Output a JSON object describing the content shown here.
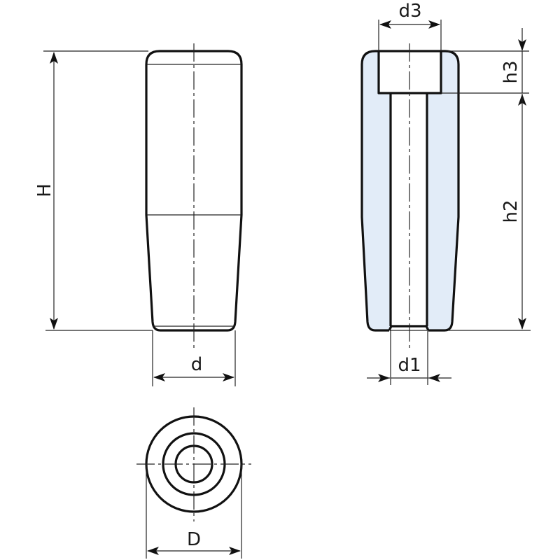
{
  "drawing": {
    "title": "Tapered cylindrical knob - technical drawing",
    "colors": {
      "line": "#111111",
      "section_fill": "#e2ecf8",
      "background": "#ffffff"
    },
    "views": [
      {
        "name": "side-view",
        "description": "Exterior side elevation"
      },
      {
        "name": "section-view",
        "description": "Longitudinal section with counterbore and through bore"
      },
      {
        "name": "end-view",
        "description": "Bottom end view with concentric circles"
      }
    ],
    "dimensions": {
      "H": {
        "label": "H",
        "meaning": "Overall height"
      },
      "d": {
        "label": "d",
        "meaning": "Bottom diameter"
      },
      "D": {
        "label": "D",
        "meaning": "Maximum diameter"
      },
      "d1": {
        "label": "d1",
        "meaning": "Bore diameter"
      },
      "d3": {
        "label": "d3",
        "meaning": "Counterbore diameter"
      },
      "h2": {
        "label": "h2",
        "meaning": "Bore depth"
      },
      "h3": {
        "label": "h3",
        "meaning": "Counterbore depth"
      }
    }
  }
}
